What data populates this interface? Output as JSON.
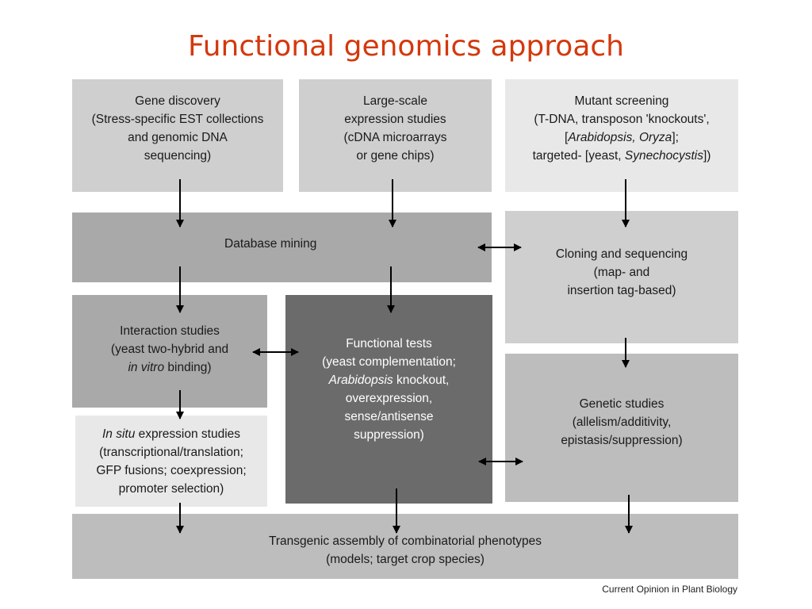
{
  "title": "Functional genomics approach",
  "boxes": {
    "gene_discovery": "Gene discovery\n(Stress-specific EST collections\nand genomic DNA\nsequencing)",
    "expression_studies": "Large-scale\nexpression studies\n(cDNA microarrays\nor gene chips)",
    "mutant_screening": {
      "line1": "Mutant screening",
      "line2": "(T-DNA, transposon 'knockouts',",
      "line3_pre": "[",
      "line3_it1": "Arabidopsis, Oryza",
      "line3_post": "];",
      "line4_pre": "targeted- [yeast, ",
      "line4_it": "Synechocystis",
      "line4_post": "])"
    },
    "database_mining": "Database mining",
    "cloning": "Cloning and sequencing\n(map- and\ninsertion tag-based)",
    "interaction": {
      "line1": "Interaction studies",
      "line2": "(yeast two-hybrid and",
      "line3_it": "in vitro",
      "line3_post": " binding)"
    },
    "functional_tests": {
      "line1": "Functional tests",
      "line2": "(yeast complementation;",
      "line3_it": "Arabidopsis",
      "line3_post": " knockout,",
      "line4": "overexpression,",
      "line5": "sense/antisense",
      "line6": "suppression)"
    },
    "genetic_studies": "Genetic studies\n(allelism/additivity,\nepistasis/suppression)",
    "in_situ": {
      "line1_it": "In situ",
      "line1_post": " expression studies",
      "line2": "(transcriptional/translation;",
      "line3": "GFP fusions; coexpression;",
      "line4": "promoter selection)"
    },
    "transgenic": "Transgenic assembly of combinatorial phenotypes\n(models; target crop species)"
  },
  "credit": "Current Opinion in Plant Biology"
}
